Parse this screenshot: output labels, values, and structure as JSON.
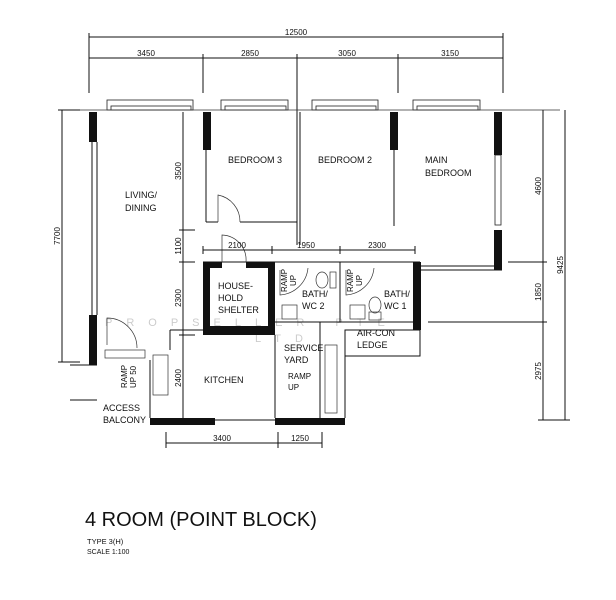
{
  "title": "4 ROOM (POINT BLOCK)",
  "type_label": "TYPE 3(H)",
  "scale_label": "SCALE  1:100",
  "watermark": [
    "PROPSELLER PTE",
    "LTD"
  ],
  "dimensions": {
    "total_width": "12500",
    "top": [
      "3450",
      "2850",
      "3050",
      "3150"
    ],
    "corridor": [
      "2100",
      "1950",
      "2300"
    ],
    "bottom": [
      "3400",
      "1250"
    ],
    "left_total": "7700",
    "left_inner": [
      "3500",
      "1100",
      "2300",
      "2400"
    ],
    "right": [
      "4600",
      "1850",
      "2975"
    ],
    "right_total": "9425"
  },
  "rooms": {
    "bedroom3": [
      "BEDROOM 3"
    ],
    "bedroom2": [
      "BEDROOM 2"
    ],
    "main_bedroom": [
      "MAIN",
      "BEDROOM"
    ],
    "living": [
      "LIVING/",
      "DINING"
    ],
    "shelter": [
      "HOUSE-",
      "HOLD",
      "SHELTER"
    ],
    "bath2": [
      "BATH/",
      "WC 2"
    ],
    "bath1": [
      "BATH/",
      "WC 1"
    ],
    "aircon": [
      "AIR-CON",
      "LEDGE"
    ],
    "service": [
      "SERVICE",
      "YARD"
    ],
    "kitchen": [
      "KITCHEN"
    ],
    "balcony": [
      "ACCESS",
      "BALCONY"
    ],
    "ramp_yard": [
      "RAMP",
      "UP"
    ],
    "ramp_entry": [
      "RAMP",
      "UP 50"
    ],
    "ramp_bath2": [
      "RAMP",
      "UP"
    ],
    "ramp_bath1": [
      "RAMP",
      "UP"
    ]
  }
}
